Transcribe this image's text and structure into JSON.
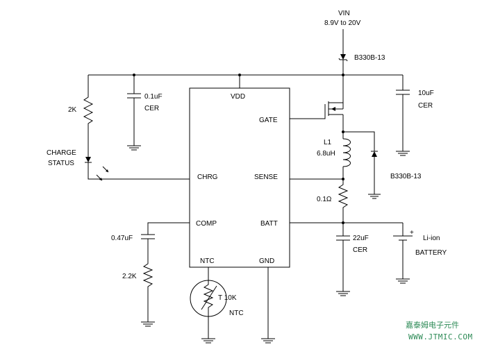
{
  "supply": {
    "vin_label": "VIN",
    "vin_range": "8.9V to 20V"
  },
  "ic": {
    "pins": {
      "vdd": "VDD",
      "gate": "GATE",
      "chrg": "CHRG",
      "sense": "SENSE",
      "comp": "COMP",
      "batt": "BATT",
      "ntc": "NTC",
      "gnd": "GND"
    }
  },
  "components": {
    "diode_in": "B330B-13",
    "diode_catch": "B330B-13",
    "cap_in_value": "10uF",
    "cap_in_type": "CER",
    "cap_vdd_value": "0.1uF",
    "cap_vdd_type": "CER",
    "resistor_led": "2K",
    "led_label_1": "CHARGE",
    "led_label_2": "STATUS",
    "inductor_ref": "L1",
    "inductor_value": "6.8uH",
    "sense_resistor": "0.1Ω",
    "cap_out_value": "22uF",
    "cap_out_type": "CER",
    "battery_label_1": "Li-ion",
    "battery_label_2": "BATTERY",
    "battery_plus": "+",
    "cap_comp_value": "0.47uF",
    "resistor_comp": "2.2K",
    "thermistor_label": "T 10K",
    "thermistor_type": "NTC"
  },
  "watermark": {
    "line1": "嘉泰姆电子元件",
    "line2": "WWW.JTMIC.COM"
  }
}
